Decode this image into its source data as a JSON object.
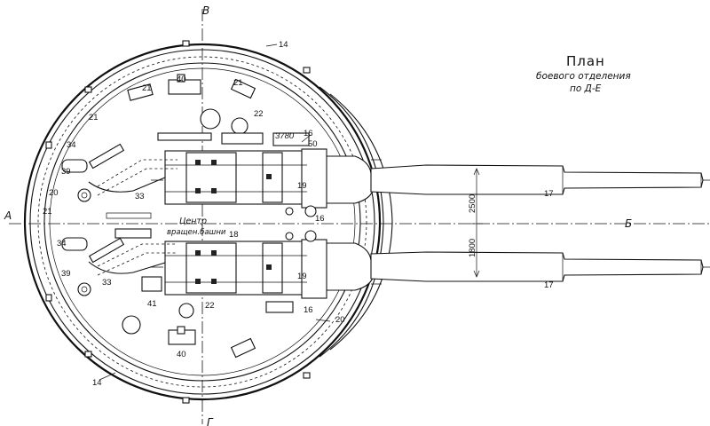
{
  "title": {
    "main": "План",
    "line2": "боевого отделения",
    "line3": "по Д-Е"
  },
  "section_marks": {
    "top": "В",
    "bottom": "Г",
    "left": "А",
    "right": "Б"
  },
  "center_label": {
    "line1": "Центр",
    "line2": "вращен.башни"
  },
  "dimensions": {
    "upper": "3780",
    "upper_small": "50",
    "gun_spacing_top": "2500",
    "gun_spacing_bottom": "1800"
  },
  "callouts": [
    {
      "id": "c14a",
      "text": "14"
    },
    {
      "id": "c14b",
      "text": "14"
    },
    {
      "id": "c40a",
      "text": "40"
    },
    {
      "id": "c40b",
      "text": "40"
    },
    {
      "id": "c21a",
      "text": "21"
    },
    {
      "id": "c21b",
      "text": "21"
    },
    {
      "id": "c21c",
      "text": "21"
    },
    {
      "id": "c21d",
      "text": "21"
    },
    {
      "id": "c22a",
      "text": "22"
    },
    {
      "id": "c22b",
      "text": "22"
    },
    {
      "id": "c16a",
      "text": "16"
    },
    {
      "id": "c16b",
      "text": "16"
    },
    {
      "id": "c16c",
      "text": "16"
    },
    {
      "id": "c34a",
      "text": "34"
    },
    {
      "id": "c34b",
      "text": "34"
    },
    {
      "id": "c39a",
      "text": "39"
    },
    {
      "id": "c39b",
      "text": "39"
    },
    {
      "id": "c20a",
      "text": "20"
    },
    {
      "id": "c20b",
      "text": "20"
    },
    {
      "id": "c33a",
      "text": "33"
    },
    {
      "id": "c33b",
      "text": "33"
    },
    {
      "id": "c19a",
      "text": "19"
    },
    {
      "id": "c19b",
      "text": "19"
    },
    {
      "id": "c18",
      "text": "18"
    },
    {
      "id": "c17a",
      "text": "17"
    },
    {
      "id": "c17b",
      "text": "17"
    },
    {
      "id": "c41",
      "text": "41"
    }
  ]
}
